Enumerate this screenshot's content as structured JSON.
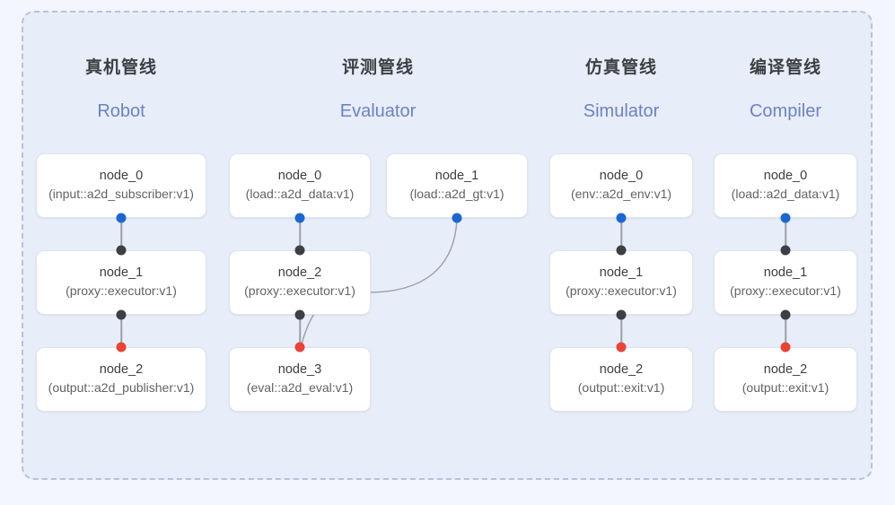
{
  "canvas": {
    "background_color": "#f3f6fc",
    "panel_background_color": "#e8edfa",
    "panel_border_color": "#b9c2d6"
  },
  "palette": {
    "output_port": "#1a67d2",
    "input_port": "#3c4043",
    "terminal_port": "#ea4335",
    "edge": "#9aa0a6",
    "heading_cn": "#3c4043",
    "heading_en": "#6b82c4"
  },
  "columns": [
    {
      "id": "robot",
      "title_cn": "真机管线",
      "title_en": "Robot",
      "nodes": [
        {
          "name": "node_0",
          "type": "(input::a2d_subscriber:v1)"
        },
        {
          "name": "node_1",
          "type": "(proxy::executor:v1)"
        },
        {
          "name": "node_2",
          "type": "(output::a2d_publisher:v1)"
        }
      ]
    },
    {
      "id": "evaluator",
      "title_cn": "评测管线",
      "title_en": "Evaluator",
      "nodes": [
        {
          "name": "node_0",
          "type": "(load::a2d_data:v1)"
        },
        {
          "name": "node_2",
          "type": "(proxy::executor:v1)"
        },
        {
          "name": "node_3",
          "type": "(eval::a2d_eval:v1)"
        },
        {
          "name": "node_1",
          "type": "(load::a2d_gt:v1)"
        }
      ]
    },
    {
      "id": "simulator",
      "title_cn": "仿真管线",
      "title_en": "Simulator",
      "nodes": [
        {
          "name": "node_0",
          "type": "(env::a2d_env:v1)"
        },
        {
          "name": "node_1",
          "type": "(proxy::executor:v1)"
        },
        {
          "name": "node_2",
          "type": "(output::exit:v1)"
        }
      ]
    },
    {
      "id": "compiler",
      "title_cn": "编译管线",
      "title_en": "Compiler",
      "nodes": [
        {
          "name": "node_0",
          "type": "(load::a2d_data:v1)"
        },
        {
          "name": "node_1",
          "type": "(proxy::executor:v1)"
        },
        {
          "name": "node_2",
          "type": "(output::exit:v1)"
        }
      ]
    }
  ]
}
